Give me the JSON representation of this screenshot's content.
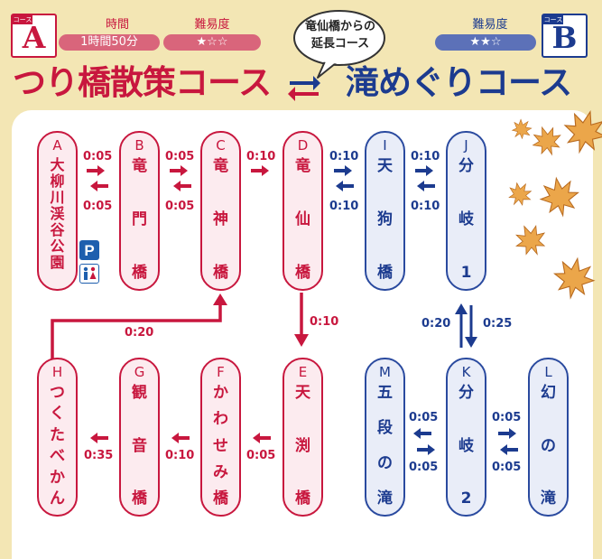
{
  "header": {
    "course_a": {
      "cap": "コース",
      "letter": "A",
      "time_label": "時間",
      "time_value": "1時間50分",
      "difficulty_label": "難易度",
      "difficulty_value": "★☆☆",
      "title": "つり橋散策コース"
    },
    "course_b": {
      "cap": "コース",
      "letter": "B",
      "difficulty_label": "難易度",
      "difficulty_value": "★★☆",
      "title": "滝めぐりコース"
    },
    "bubble_line1": "竜仙橋からの",
    "bubble_line2": "延長コース"
  },
  "nodes": {
    "A": {
      "label": "A",
      "chars": [
        "大",
        "柳",
        "川",
        "渓",
        "谷",
        "公",
        "園"
      ]
    },
    "B": {
      "label": "B",
      "chars": [
        "竜",
        "門",
        "橋"
      ]
    },
    "C": {
      "label": "C",
      "chars": [
        "竜",
        "神",
        "橋"
      ]
    },
    "D": {
      "label": "D",
      "chars": [
        "竜",
        "仙",
        "橋"
      ]
    },
    "I": {
      "label": "I",
      "chars": [
        "天",
        "狗",
        "橋"
      ]
    },
    "J": {
      "label": "J",
      "chars": [
        "分",
        "岐",
        "1"
      ]
    },
    "H": {
      "label": "H",
      "chars": [
        "つ",
        "く",
        "た",
        "べ",
        "か",
        "ん"
      ]
    },
    "G": {
      "label": "G",
      "chars": [
        "観",
        "音",
        "橋"
      ]
    },
    "F": {
      "label": "F",
      "chars": [
        "か",
        "わ",
        "せ",
        "み",
        "橋"
      ]
    },
    "E": {
      "label": "E",
      "chars": [
        "天",
        "渕",
        "橋"
      ]
    },
    "M": {
      "label": "M",
      "chars": [
        "五",
        "段",
        "の",
        "滝"
      ]
    },
    "K": {
      "label": "K",
      "chars": [
        "分",
        "岐",
        "2"
      ]
    },
    "L": {
      "label": "L",
      "chars": [
        "幻",
        "の",
        "滝"
      ]
    }
  },
  "times": {
    "ab_fwd": "0:05",
    "ab_back": "0:05",
    "bc_fwd": "0:05",
    "bc_back": "0:05",
    "cd_fwd": "0:10",
    "di_fwd": "0:10",
    "di_back": "0:10",
    "ij_fwd": "0:10",
    "ij_back": "0:10",
    "de_down": "0:10",
    "hc_loop": "0:20",
    "jk_up": "0:20",
    "jk_down": "0:25",
    "ef": "0:05",
    "fg": "0:10",
    "gh": "0:35",
    "km_fwd": "0:05",
    "km_back": "0:05",
    "kl_fwd": "0:05",
    "kl_back": "0:05"
  },
  "colors": {
    "course_a": "#c8173e",
    "course_b": "#1c3b8f",
    "background": "#f3e6b4",
    "maple": "#e8963a"
  },
  "icons": [
    "parking-icon",
    "restroom-icon",
    "maple-leaf-icon",
    "speech-bubble-icon",
    "two-way-arrow-icon"
  ]
}
